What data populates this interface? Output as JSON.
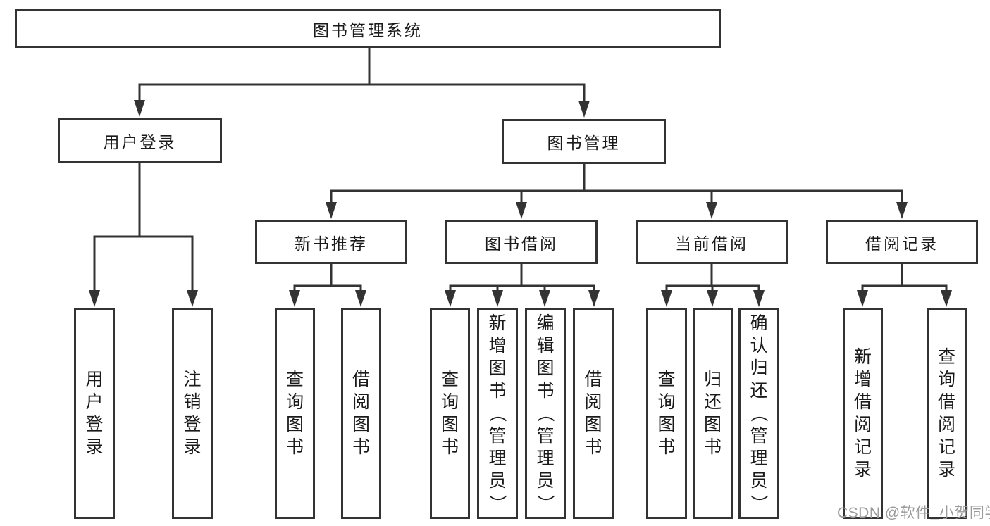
{
  "tree": {
    "root": {
      "label": "图书管理系统",
      "children": [
        {
          "label": "用户登录",
          "children": [
            {
              "label": "用户登录"
            },
            {
              "label": "注销登录"
            }
          ]
        },
        {
          "label": "图书管理",
          "children": [
            {
              "label": "新书推荐",
              "children": [
                {
                  "label": "查询图书"
                },
                {
                  "label": "借阅图书"
                }
              ]
            },
            {
              "label": "图书借阅",
              "children": [
                {
                  "label": "查询图书"
                },
                {
                  "label": "新增图书（管理员）"
                },
                {
                  "label": "编辑图书（管理员）"
                },
                {
                  "label": "借阅图书"
                }
              ]
            },
            {
              "label": "当前借阅",
              "children": [
                {
                  "label": "查询图书"
                },
                {
                  "label": "归还图书"
                },
                {
                  "label": "确认归还（管理员）"
                }
              ]
            },
            {
              "label": "借阅记录",
              "children": [
                {
                  "label": "新增借阅记录"
                },
                {
                  "label": "查询借阅记录"
                }
              ]
            }
          ]
        }
      ]
    }
  },
  "watermark": {
    "text": "CSDN @软件_小贺同学",
    "color": "#9b9b9b"
  },
  "colors": {
    "background": "#ffffff",
    "line": "#333333",
    "text": "#1a1a1a"
  }
}
